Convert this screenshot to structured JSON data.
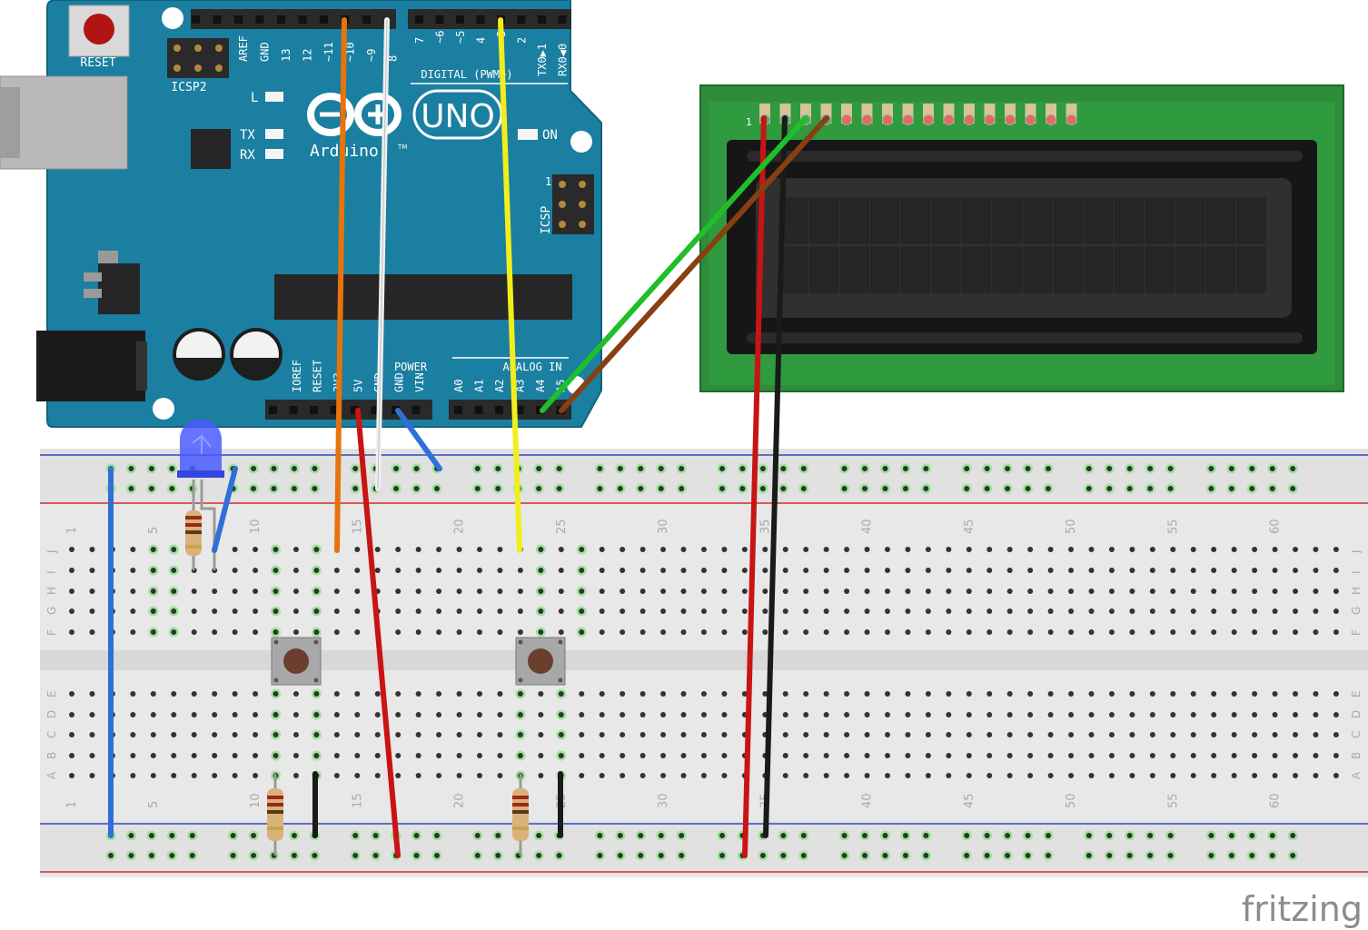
{
  "watermark": "fritzing",
  "arduino": {
    "reset_label": "RESET",
    "icsp2_label": "ICSP2",
    "icsp_label": "ICSP",
    "icsp_pin1": "1",
    "brand_uno": "UNO",
    "brand_name": "Arduino",
    "tm": "TM",
    "led_l": "L",
    "led_tx": "TX",
    "led_rx": "RX",
    "led_on": "ON",
    "digital_header_title": "DIGITAL (PWM~)",
    "digital_pins_left": [
      "AREF",
      "GND",
      "13",
      "12",
      "~11",
      "~10",
      "~9",
      "8"
    ],
    "digital_pins_right": [
      "7",
      "~6",
      "~5",
      "4",
      "~3",
      "2",
      "TX0▶1",
      "RX0◀0"
    ],
    "power_title": "POWER",
    "power_pins": [
      "IOREF",
      "RESET",
      "3V3",
      "5V",
      "GND",
      "GND",
      "VIN"
    ],
    "analog_title": "ANALOG IN",
    "analog_pins": [
      "A0",
      "A1",
      "A2",
      "A3",
      "A4",
      "A5"
    ]
  },
  "lcd": {
    "pin1_label": "1"
  },
  "breadboard": {
    "column_numbers": [
      "1",
      "5",
      "10",
      "15",
      "20",
      "25",
      "30",
      "35",
      "40",
      "45",
      "50",
      "55",
      "60"
    ],
    "row_letters_top": [
      "J",
      "I",
      "H",
      "G",
      "F"
    ],
    "row_letters_bottom": [
      "E",
      "D",
      "C",
      "B",
      "A"
    ]
  },
  "colors": {
    "arduino_board": "#1a7fa0",
    "lcd_pcb": "#2e8c3a",
    "breadboard": "#e8e8e8",
    "wire_orange": "#e8730c",
    "wire_white": "#f0f0f0",
    "wire_yellow": "#f2ee1c",
    "wire_green": "#1fbf2a",
    "wire_brown": "#8a3f12",
    "wire_red": "#c81414",
    "wire_black": "#1a1a1a",
    "wire_blue": "#2f6fd8",
    "led": "#4a5cff"
  }
}
